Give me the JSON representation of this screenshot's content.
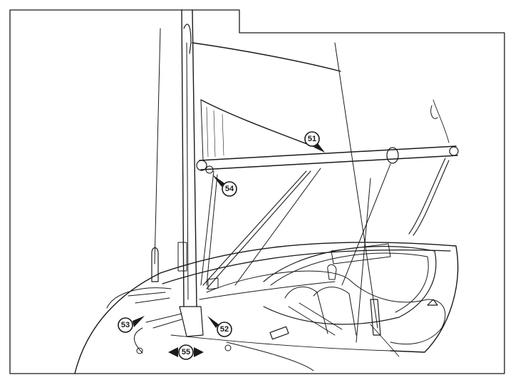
{
  "figure": {
    "colors": {
      "ink": "#1a1a1a",
      "paper": "#ffffff"
    },
    "callouts": [
      {
        "id": "51",
        "label": "51"
      },
      {
        "id": "52",
        "label": "52"
      },
      {
        "id": "53",
        "label": "53"
      },
      {
        "id": "54",
        "label": "54"
      },
      {
        "id": "55",
        "label": "55"
      }
    ]
  }
}
